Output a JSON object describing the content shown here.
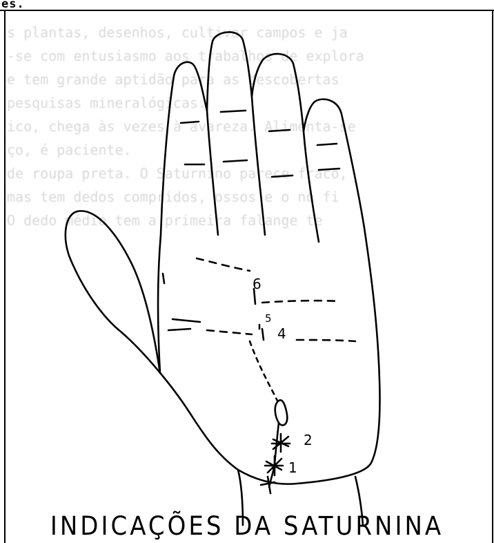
{
  "corner_text": "es.",
  "background_text_lines": [
    "s plantas, desenhos, cultivar campos e ja",
    "-se com entusiasmo aos trabalhos de explora",
    "e tem grande aptidão para as descobertas",
    " pesquisas mineralógicas.",
    "ico, chega às vezes à avareza. Alimenta-se",
    "ço, é paciente.",
    "de roupa preta. O Saturnino parece fraco,",
    " mas tem dedos compridos, ossos e o nó fi",
    "  O dedo médio tem a primeira falange  te"
  ],
  "labels": {
    "mark_6": "6",
    "mark_5": "5",
    "mark_4": "4",
    "mark_2": "2",
    "mark_1": "1"
  },
  "caption": "INDICAÇÕES DA SATURNINA",
  "colors": {
    "ink": "#000000",
    "paper": "#ffffff",
    "bleed_text": "#d9d9d9"
  }
}
